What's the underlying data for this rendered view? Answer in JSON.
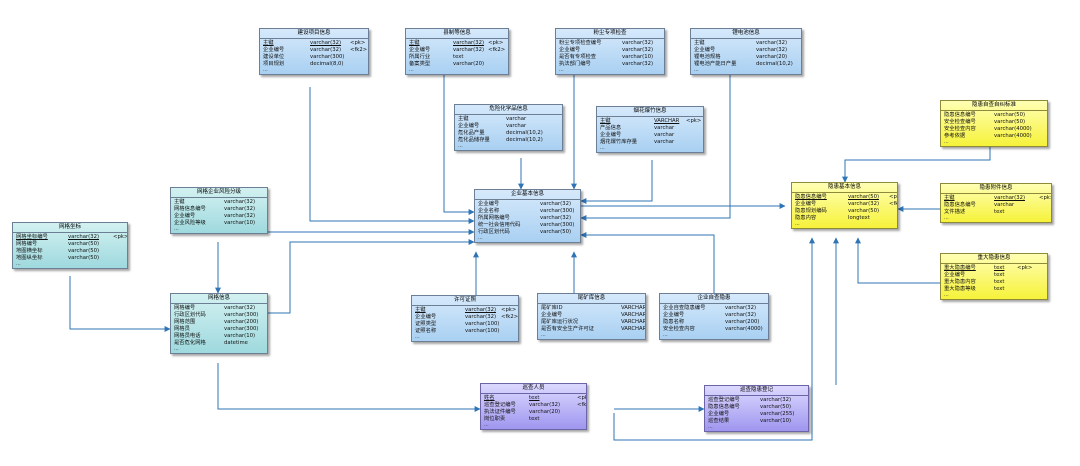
{
  "entities": {
    "project": {
      "title": "建设项目信息",
      "rows": [
        {
          "name": "主键",
          "type": "varchar(32)",
          "key": "<pk>"
        },
        {
          "name": "企业编号",
          "type": "varchar(32)",
          "key": "<fk2>"
        },
        {
          "name": "建设单位",
          "type": "varchar(300)",
          "key": ""
        },
        {
          "name": "项目规划",
          "type": "decimal(8,0)",
          "key": ""
        }
      ],
      "more": "..."
    },
    "county": {
      "title": "县制等信息",
      "rows": [
        {
          "name": "主键",
          "type": "varchar(32)",
          "key": "<pk>"
        },
        {
          "name": "企业编号",
          "type": "varchar(32)",
          "key": "<fk2>"
        },
        {
          "name": "所属行业",
          "type": "text",
          "key": ""
        },
        {
          "name": "备案类型",
          "type": "varchar(20)",
          "key": ""
        }
      ],
      "more": "..."
    },
    "dust": {
      "title": "粉尘专项检查",
      "rows": [
        {
          "name": "粉尘专项检查编号",
          "type": "varchar(32)",
          "key": ""
        },
        {
          "name": "企业编号",
          "type": "varchar(32)",
          "key": ""
        },
        {
          "name": "是否有专项检查",
          "type": "varchar(10)",
          "key": ""
        },
        {
          "name": "执法部门编号",
          "type": "varchar(32)",
          "key": ""
        }
      ],
      "more": "..."
    },
    "battery": {
      "title": "锂电池信息",
      "rows": [
        {
          "name": "主键",
          "type": "varchar(32)",
          "key": ""
        },
        {
          "name": "企业编号",
          "type": "varchar(32)",
          "key": ""
        },
        {
          "name": "锂电池规格",
          "type": "varchar(20)",
          "key": ""
        },
        {
          "name": "锂电池产能日产量",
          "type": "decimal(10,2)",
          "key": ""
        }
      ],
      "more": "..."
    },
    "chemical": {
      "title": "危险化学品信息",
      "rows": [
        {
          "name": "主键",
          "type": "varchar",
          "key": ""
        },
        {
          "name": "企业编号",
          "type": "varchar",
          "key": ""
        },
        {
          "name": "危化品产量",
          "type": "decimal(10,2)",
          "key": ""
        },
        {
          "name": "危化品储存量",
          "type": "decimal(10,2)",
          "key": ""
        }
      ],
      "more": "..."
    },
    "firework": {
      "title": "烟花爆竹信息",
      "rows": [
        {
          "name": "主键",
          "type": "VARCHAR",
          "key": "<pk>"
        },
        {
          "name": "产品信息",
          "type": "varchar",
          "key": ""
        },
        {
          "name": "企业编号",
          "type": "varchar",
          "key": ""
        },
        {
          "name": "烟花爆竹库存量",
          "type": "varchar",
          "key": ""
        }
      ],
      "more": "..."
    },
    "hazard_std": {
      "title": "隐患自查自纠标准",
      "rows": [
        {
          "name": "隐患信息编号",
          "type": "varchar(50)",
          "key": ""
        },
        {
          "name": "安全检查编号",
          "type": "varchar(50)",
          "key": ""
        },
        {
          "name": "安全检查内容",
          "type": "varchar(4000)",
          "key": ""
        },
        {
          "name": "参考依据",
          "type": "varchar(4000)",
          "key": ""
        }
      ],
      "more": "..."
    },
    "grid_risk": {
      "title": "网格企业风险分级",
      "rows": [
        {
          "name": "主键",
          "type": "varchar(32)",
          "key": ""
        },
        {
          "name": "网格信息编号",
          "type": "varchar(32)",
          "key": ""
        },
        {
          "name": "企业编号",
          "type": "varchar(32)",
          "key": ""
        },
        {
          "name": "企业风险等级",
          "type": "varchar(10)",
          "key": ""
        }
      ],
      "more": "..."
    },
    "enterprise": {
      "title": "企业基本信息",
      "rows": [
        {
          "name": "企业编号",
          "type": "varchar(32)",
          "key": ""
        },
        {
          "name": "企业名称",
          "type": "varchar(300)",
          "key": ""
        },
        {
          "name": "所属网格编号",
          "type": "varchar(32)",
          "key": ""
        },
        {
          "name": "统一社会信用代码",
          "type": "varchar(300)",
          "key": ""
        },
        {
          "name": "行政区划代码",
          "type": "varchar(50)",
          "key": ""
        }
      ],
      "more": "..."
    },
    "hazard_basic": {
      "title": "隐患基本信息",
      "rows": [
        {
          "name": "隐患信息编号",
          "type": "varchar(50)",
          "key": "<pk>"
        },
        {
          "name": "企业编号",
          "type": "varchar(32)",
          "key": "<fk>"
        },
        {
          "name": "隐患规划编码",
          "type": "varchar(50)",
          "key": ""
        },
        {
          "name": "隐患内容",
          "type": "longtext",
          "key": ""
        }
      ],
      "more": "..."
    },
    "hazard_attach": {
      "title": "隐患附件信息",
      "rows": [
        {
          "name": "主键",
          "type": "varchar(32)",
          "key": "<pk>"
        },
        {
          "name": "隐患信息编号",
          "type": "varchar",
          "key": ""
        },
        {
          "name": "文件描述",
          "type": "text",
          "key": ""
        }
      ],
      "more": "..."
    },
    "grid_coord": {
      "title": "网格坐标",
      "rows": [
        {
          "name": "网格坐标编号",
          "type": "varchar(32)",
          "key": "<pk>"
        },
        {
          "name": "网格编号",
          "type": "varchar(50)",
          "key": ""
        },
        {
          "name": "地图横坐标",
          "type": "varchar(50)",
          "key": ""
        },
        {
          "name": "地图纵坐标",
          "type": "varchar(50)",
          "key": ""
        }
      ],
      "more": "..."
    },
    "major_hazard": {
      "title": "重大隐患信息",
      "rows": [
        {
          "name": "重大隐患编号",
          "type": "text",
          "key": "<pk>"
        },
        {
          "name": "企业编号",
          "type": "text",
          "key": ""
        },
        {
          "name": "重大隐患内容",
          "type": "text",
          "key": ""
        },
        {
          "name": "重大隐患等级",
          "type": "text",
          "key": ""
        }
      ],
      "more": "..."
    },
    "grid_info": {
      "title": "网格信息",
      "rows": [
        {
          "name": "网格编号",
          "type": "varchar(32)",
          "key": ""
        },
        {
          "name": "行政区划代码",
          "type": "varchar(300)",
          "key": ""
        },
        {
          "name": "网格范围",
          "type": "varchar(200)",
          "key": ""
        },
        {
          "name": "网格员",
          "type": "varchar(300)",
          "key": ""
        },
        {
          "name": "网格员电话",
          "type": "varchar(10)",
          "key": ""
        },
        {
          "name": "是否危化网格",
          "type": "datetime",
          "key": ""
        }
      ],
      "more": "..."
    },
    "permit": {
      "title": "许可证照",
      "rows": [
        {
          "name": "主键",
          "type": "varchar(32)",
          "key": "<pk>"
        },
        {
          "name": "企业编号",
          "type": "varchar(32)",
          "key": "<fk2>"
        },
        {
          "name": "证照类型",
          "type": "varchar(100)",
          "key": ""
        },
        {
          "name": "证照名称",
          "type": "varchar(100)",
          "key": ""
        }
      ],
      "more": "..."
    },
    "tailings": {
      "title": "尾矿库信息",
      "rows": [
        {
          "name": "尾矿库ID",
          "type": "VARCHAR",
          "key": ""
        },
        {
          "name": "企业编号",
          "type": "VARCHAR",
          "key": ""
        },
        {
          "name": "尾矿库运行状况",
          "type": "VARCHAR",
          "key": ""
        },
        {
          "name": "是否有安全生产许可证",
          "type": "VARCHAR",
          "key": ""
        }
      ],
      "more": "..."
    },
    "self_check": {
      "title": "企业自查隐患",
      "rows": [
        {
          "name": "企业自查隐患编号",
          "type": "varchar(32)",
          "key": ""
        },
        {
          "name": "企业编号",
          "type": "varchar(32)",
          "key": ""
        },
        {
          "name": "隐患名称",
          "type": "varchar(200)",
          "key": ""
        },
        {
          "name": "安全检查内容",
          "type": "varchar(4000)",
          "key": ""
        }
      ],
      "more": "..."
    },
    "inspector": {
      "title": "巡查人员",
      "rows": [
        {
          "name": "姓名",
          "type": "text",
          "key": "<pk"
        },
        {
          "name": "巡查登记编号",
          "type": "varchar(32)",
          "key": "<fk"
        },
        {
          "name": "执法证件编号",
          "type": "varchar(20)",
          "key": ""
        },
        {
          "name": "岗位职责",
          "type": "text",
          "key": ""
        }
      ],
      "more": "..."
    },
    "patrol": {
      "title": "巡查隐患登记",
      "rows": [
        {
          "name": "巡查登记编号",
          "type": "varchar(32)",
          "key": ""
        },
        {
          "name": "隐患信息编号",
          "type": "varchar(50)",
          "key": ""
        },
        {
          "name": "企业编号",
          "type": "varchar(255)",
          "key": ""
        },
        {
          "name": "巡查结果",
          "type": "varchar(10)",
          "key": ""
        }
      ],
      "more": "..."
    }
  }
}
